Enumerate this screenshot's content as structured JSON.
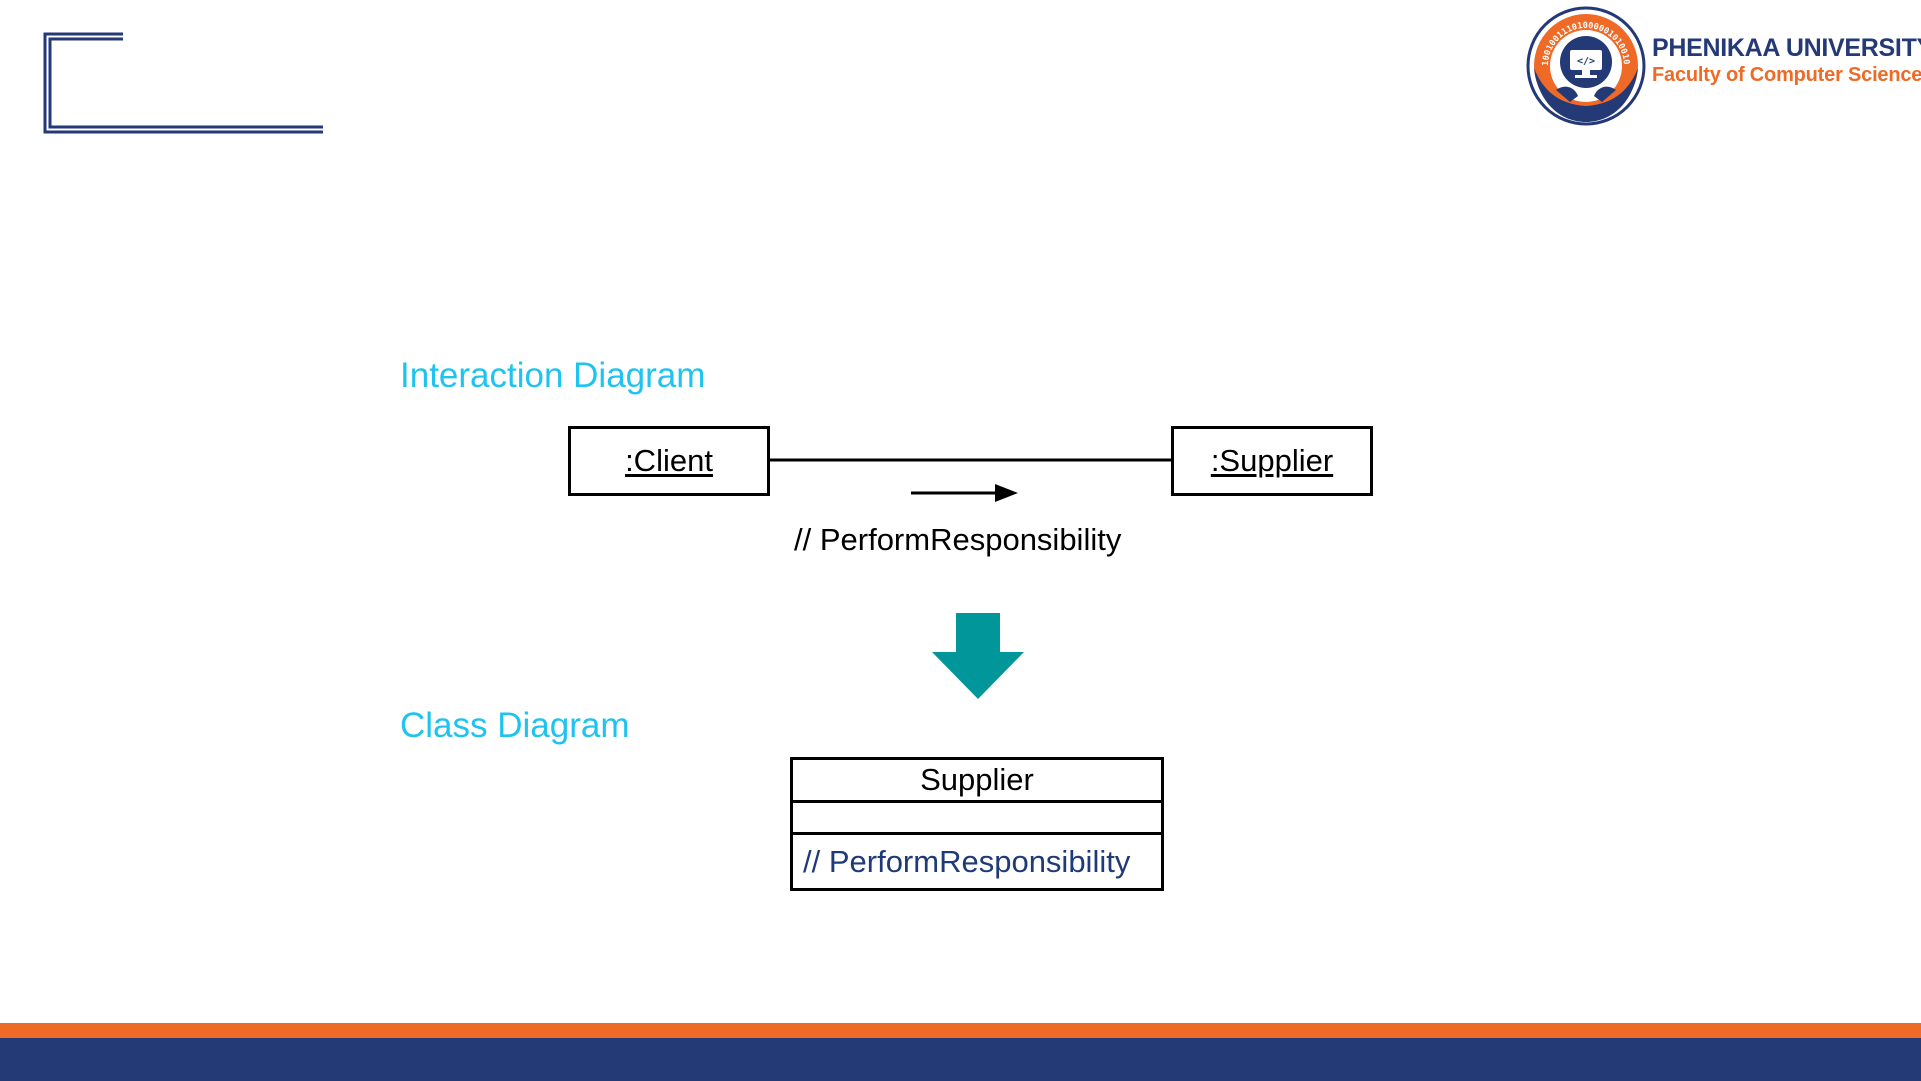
{
  "logo": {
    "title": "PHENIKAA UNIVERSITY",
    "subtitle": "Faculty of Computer Science",
    "emblem_binary_text": "1001001110100000101001001",
    "emblem_code_symbol": "</>"
  },
  "interaction_diagram": {
    "heading": "Interaction Diagram",
    "client_object": ":Client",
    "supplier_object": ":Supplier",
    "message": "// PerformResponsibility"
  },
  "class_diagram": {
    "heading": "Class Diagram",
    "class_name": "Supplier",
    "operation": "// PerformResponsibility"
  },
  "colors": {
    "heading_cyan": "#1fc3f0",
    "brand_navy": "#243a76",
    "brand_orange": "#ee6a26",
    "arrow_teal": "#00969a",
    "operation_text": "#1f3a78"
  },
  "icons": {
    "transform_arrow": "down-arrow-icon",
    "message_arrow": "right-arrow-icon"
  }
}
